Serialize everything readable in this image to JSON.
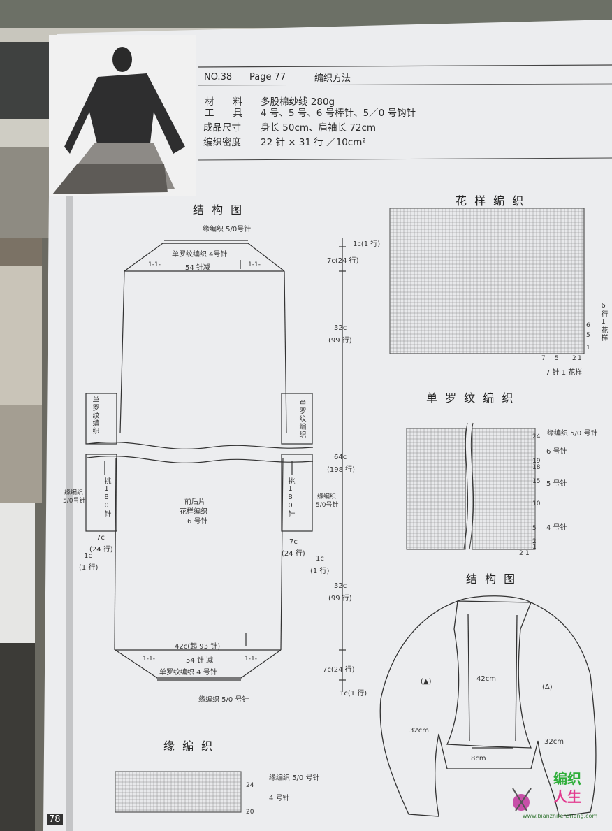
{
  "header": {
    "no": "NO.38",
    "page": "Page 77",
    "method": "编织方法"
  },
  "specs": [
    {
      "label": "材　　料",
      "value": "多股棉纱线 280g"
    },
    {
      "label": "工　　具",
      "value": "4 号、5 号、6 号棒针、5／0 号钩针"
    },
    {
      "label": "成品尺寸",
      "value": "身长 50cm、肩袖长 72cm"
    },
    {
      "label": "编织密度",
      "value": "22 针 × 31 行 ／10cm²"
    }
  ],
  "page_number": "78",
  "structure": {
    "title": "结 构 图",
    "top_edge": "缘编织 5/0号针",
    "top_rib": "单罗纹编织 4号针",
    "top_dec": "54 针减",
    "mark_1": "1-1-",
    "body_name": "前后片",
    "body_pattern": "花样编织",
    "body_needle": "6 号针",
    "side_rib": "单罗纹编织",
    "pickup": "挑180针",
    "side_edge_1": "缘编织",
    "side_edge_2": "5/0号针",
    "w7c": "7c",
    "w24": "(24 行)",
    "w1c": "1c",
    "w1r": "(1 行)",
    "bottom_width": "42c(起 93 针)",
    "bottom_dec": "54 针 减",
    "bottom_rib": "单罗纹编织 4 号针",
    "bottom_edge": "缘编织 5/0 号针",
    "d_1c": "1c(1 行)",
    "d_7c": "7c(24 行)",
    "d_32c": "32c",
    "d_99": "(99 行)",
    "d_64c": "64c",
    "d_198": "(198 行)"
  },
  "pattern": {
    "title": "花 样 编 织",
    "rows_label": "6行1花样",
    "stitches_label": "7 针 1 花样",
    "n7": "7",
    "n5": "5",
    "n2": "2",
    "n1": "1",
    "r6": "6",
    "r5": "5",
    "r1": "1"
  },
  "rib": {
    "title": "单 罗 纹 编 织",
    "edge": "缘编织 5/0 号针",
    "n6": "6 号针",
    "n5": "5 号针",
    "n4": "4 号针",
    "r24": "24",
    "r19": "19",
    "r18": "18",
    "r15": "15",
    "r10": "10",
    "r5": "5",
    "r1": "1",
    "r2": "2",
    "c2": "2",
    "c1": "1"
  },
  "structure2": {
    "title": "结 构 图",
    "m42": "42cm",
    "m32l": "32cm",
    "m32r": "32cm",
    "m8": "8cm",
    "tri": "(▲)",
    "delta": "(Δ)"
  },
  "edge": {
    "title": "缘 编 织",
    "edge_label": "缘编织 5/0 号针",
    "needle": "4 号针",
    "r24": "24",
    "r20": "20"
  },
  "logo": {
    "line1": "编织",
    "line2": "人生",
    "url": "www.bianzhirensheng.com"
  }
}
